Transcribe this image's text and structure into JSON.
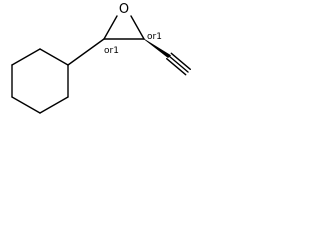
{
  "atoms": {
    "oxygen": "O"
  },
  "stereo_labels": {
    "c_left": "or1",
    "c_right": "or1"
  },
  "colors": {
    "ink": "#000000",
    "background": "#ffffff"
  }
}
